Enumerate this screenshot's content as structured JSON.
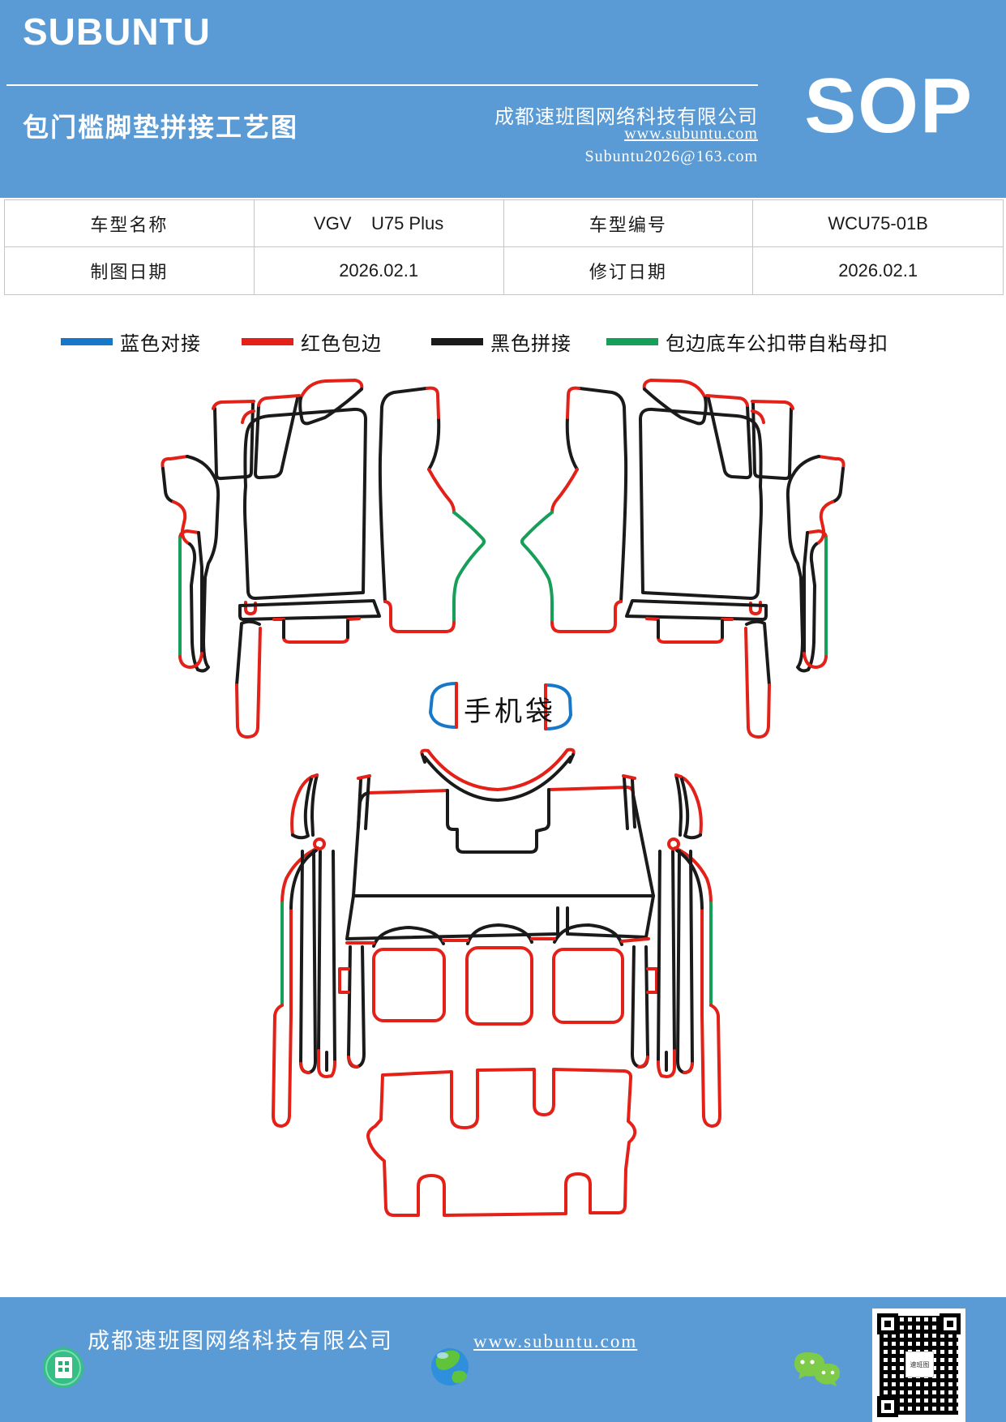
{
  "header": {
    "brand": "SUBUNTU",
    "title": "包门槛脚垫拼接工艺图",
    "company": "成都速班图网络科技有限公司",
    "badge": "SOP",
    "website": "www.subuntu.com",
    "email": "Subuntu2026@163.com",
    "bg_color": "#5B9BD5"
  },
  "info_table": {
    "rows": [
      {
        "cells": [
          {
            "label": "车型名称",
            "value": "VGV    U75 Plus"
          },
          {
            "label": "车型编号",
            "value": "WCU75-01B"
          }
        ]
      },
      {
        "cells": [
          {
            "label": "制图日期",
            "value": "2026.02.1"
          },
          {
            "label": "修订日期",
            "value": "2026.02.1"
          }
        ]
      }
    ]
  },
  "legend": {
    "items": [
      {
        "label": "蓝色对接",
        "color": "#1777C8"
      },
      {
        "label": "红色包边",
        "color": "#E32119"
      },
      {
        "label": "黑色拼接",
        "color": "#1A1A1A"
      },
      {
        "label": "包边底车公扣带自粘母扣",
        "color": "#169F58"
      }
    ]
  },
  "diagram": {
    "phone_bag_label": "手机袋",
    "line_colors": {
      "black": "#1A1A1A",
      "red": "#E32119",
      "green": "#169F58",
      "blue": "#1777C8"
    }
  },
  "footer": {
    "company": "成都速班图网络科技有限公司",
    "website": "www.subuntu.com",
    "logo_text": "速班图"
  }
}
